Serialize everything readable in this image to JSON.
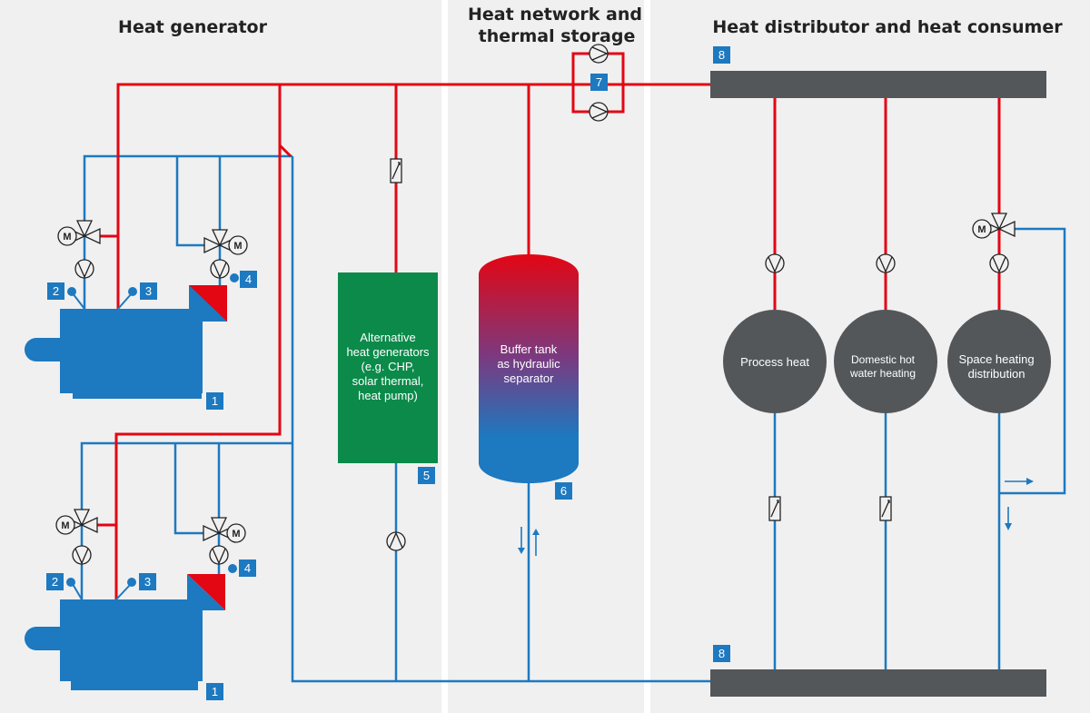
{
  "sections": {
    "heat_generator": "Heat generator",
    "heat_network_line1": "Heat network and",
    "heat_network_line2": "thermal storage",
    "heat_consumer": "Heat distributor and heat consumer"
  },
  "components": {
    "alt_gen": [
      "Alternative",
      "heat generators",
      "(e.g. CHP,",
      "solar thermal,",
      "heat pump)"
    ],
    "buffer": [
      "Buffer tank",
      "as hydraulic",
      "separator"
    ],
    "process_heat": [
      "Process heat"
    ],
    "dhw": [
      "Domestic hot",
      "water heating"
    ],
    "space_heating": [
      "Space heating",
      "distribution"
    ]
  },
  "badges": {
    "b1": "1",
    "b2": "2",
    "b3": "3",
    "b4": "4",
    "b5": "5",
    "b6": "6",
    "b7": "7",
    "b8": "8"
  },
  "motor_label": "M",
  "colors": {
    "background": "#f0f0f0",
    "divider": "#ffffff",
    "flow_red": "#e30613",
    "return_blue": "#1d79c0",
    "boiler_blue": "#1d79c0",
    "alt_green": "#0b8a4a",
    "consumer_gray": "#53575a",
    "badge_blue": "#1d79c0"
  },
  "icons": {
    "pump": "pump-icon",
    "mixing_valve": "mixing-valve-icon",
    "check_valve": "check-valve-icon",
    "flow_arrow": "flow-arrow-icon",
    "sensor": "temperature-sensor-icon"
  }
}
